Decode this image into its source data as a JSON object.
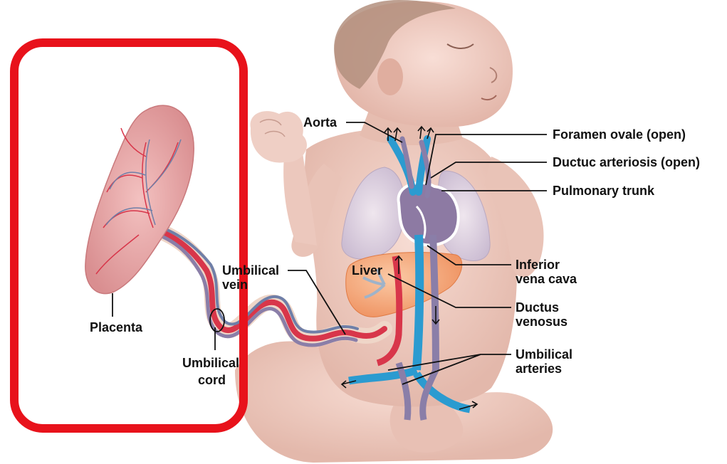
{
  "labels": {
    "aorta": "Aorta",
    "foramen_ovale": "Foramen ovale (open)",
    "ductus_arteriosus": "Ductuc arteriosis (open)",
    "pulmonary_trunk": "Pulmonary trunk",
    "inferior_vena_cava": [
      "Inferior",
      "vena cava"
    ],
    "liver": "Liver",
    "umbilical_vein": [
      "Umbilical",
      "vein"
    ],
    "ductus_venosus": [
      "Ductus",
      "venosus"
    ],
    "umbilical_arteries": [
      "Umbilical",
      "arteries"
    ],
    "placenta": "Placenta",
    "umbilical_cord": [
      "Umbilical",
      "cord"
    ]
  },
  "colors": {
    "highlight_box": "#e8121b",
    "skin": "#f0cfc4",
    "skin_shadow": "#dcaea2",
    "placenta": "#e9a6a6",
    "artery_red": "#d8364a",
    "vein_blue": "#2b9bd0",
    "mixed_purple": "#8a7ea8",
    "liver": "#f4a97c"
  }
}
